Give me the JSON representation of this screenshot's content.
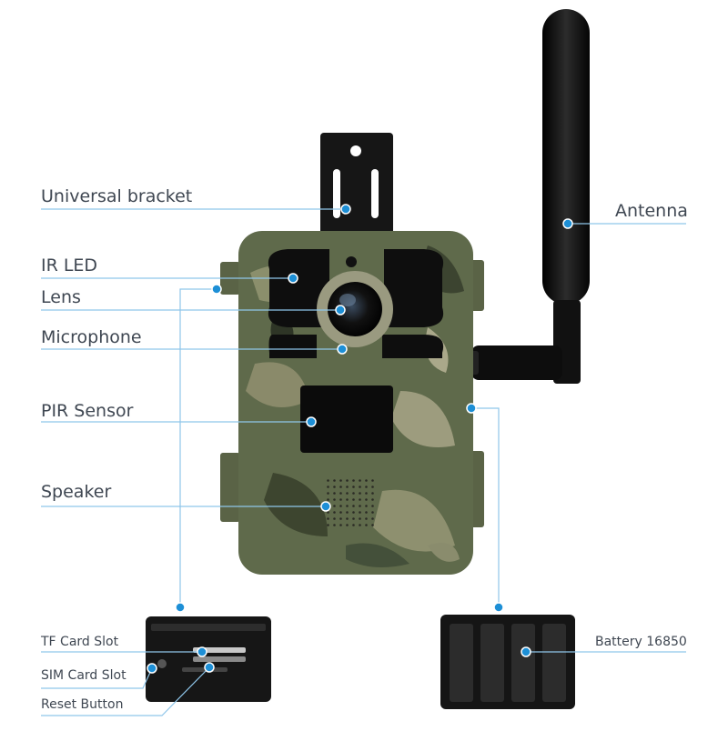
{
  "labels": {
    "universal_bracket": "Universal bracket",
    "ir_led": "IR LED",
    "lens": "Lens",
    "microphone": "Microphone",
    "pir_sensor": "PIR Sensor",
    "speaker": "Speaker",
    "antenna": "Antenna",
    "tf_card_slot": "TF Card Slot",
    "sim_card_slot": "SIM Card Slot",
    "reset_button": "Reset Button",
    "battery": "Battery 16850"
  },
  "colors": {
    "callout_line": "#8fc6ea",
    "callout_dot": "#1d8fd6",
    "label_text": "#3f4752",
    "camo_base": "#5f6a4b",
    "device_black": "#141414"
  }
}
